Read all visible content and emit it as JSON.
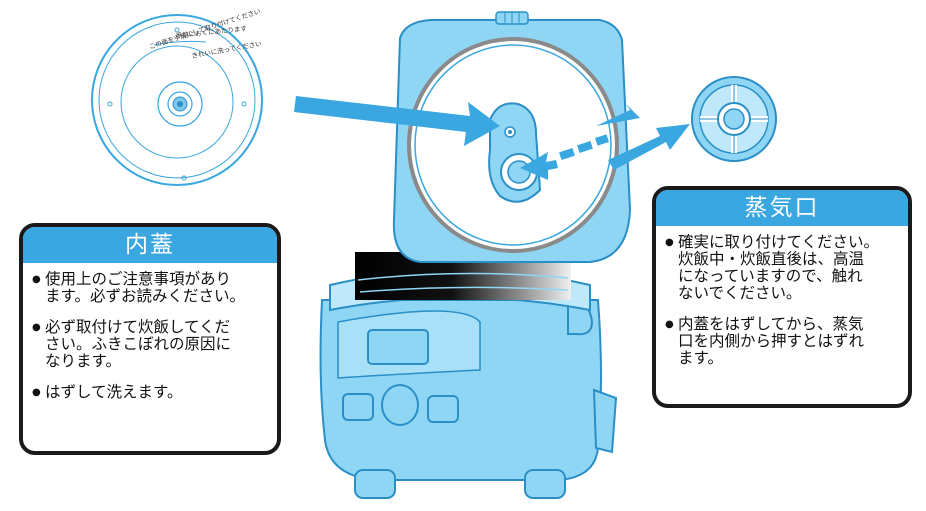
{
  "colors": {
    "cooker_fill": "#8fd6f5",
    "cooker_stroke": "#2a8fc7",
    "arrow": "#3aa7e0",
    "header": "#3aa7e0",
    "border": "#1a1a1a"
  },
  "lid_disc": {
    "printed_text_line1": "この面を手前にして取り付けてください",
    "printed_text_line2": "手前におくにあたります",
    "printed_text_line3": "きれいに洗ってください"
  },
  "callouts": {
    "inner_lid": {
      "title": "内蓋",
      "items": [
        "使用上のご注意事項があり\nます。必ずお読みください。",
        "必ず取付けて炊飯してくだ\nさい。ふきこぼれの原因に\nなります。",
        "はずして洗えます。"
      ]
    },
    "steam_vent": {
      "title": "蒸気口",
      "items": [
        "確実に取り付けてください。\n炊飯中・炊飯直後は、高温\nになっていますので、触れ\nないでください。",
        "内蓋をはずしてから、蒸気\n口を内側から押すとはずれ\nます。"
      ]
    }
  }
}
